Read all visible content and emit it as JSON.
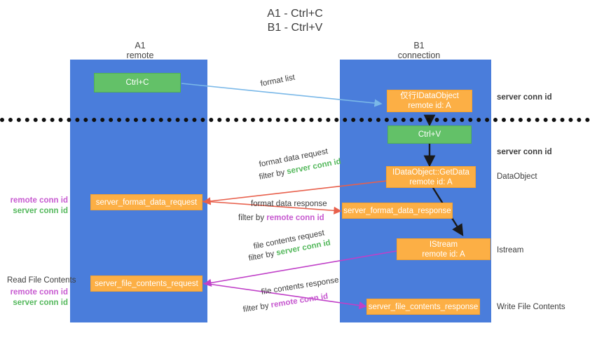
{
  "title": {
    "line1": "A1 - Ctrl+C",
    "line2": "B1 - Ctrl+V"
  },
  "columns": [
    {
      "name": "A1",
      "role": "remote"
    },
    {
      "name": "B1",
      "role": "connection"
    }
  ],
  "colors": {
    "lane": "#4a7ddb",
    "green_node": "#63c168",
    "orange_node": "#fcaf45",
    "green_text": "#54b85c",
    "purple_text": "#c75ad0",
    "blue_arrow": "#7ab8e8",
    "red_arrow": "#e8604c",
    "magenta_arrow": "#c040c8",
    "black_arrow": "#1a1a1a",
    "divider": "#101010"
  },
  "nodes": [
    {
      "id": "ctrl-c",
      "label": "Ctrl+C",
      "sub": "",
      "kind": "green",
      "lane": "A1"
    },
    {
      "id": "idataobject",
      "label": "仅行IDataObject",
      "sub": "remote id: A",
      "kind": "orange",
      "lane": "B1"
    },
    {
      "id": "ctrl-v",
      "label": "Ctrl+V",
      "sub": "",
      "kind": "green",
      "lane": "B1"
    },
    {
      "id": "getdata",
      "label": "IDataObject::GetData",
      "sub": "remote id: A",
      "kind": "orange",
      "lane": "B1"
    },
    {
      "id": "server-format-data-request",
      "label": "server_format_data_request",
      "sub": "",
      "kind": "orange",
      "lane": "A1"
    },
    {
      "id": "server-format-data-response",
      "label": "server_format_data_response",
      "sub": "",
      "kind": "orange",
      "lane": "B1"
    },
    {
      "id": "istream",
      "label": "IStream",
      "sub": "remote id: A",
      "kind": "orange",
      "lane": "B1"
    },
    {
      "id": "server-file-contents-request",
      "label": "server_file_contents_request",
      "sub": "",
      "kind": "orange",
      "lane": "A1"
    },
    {
      "id": "server-file-contents-response",
      "label": "server_file_contents_response",
      "sub": "",
      "kind": "orange",
      "lane": "B1"
    }
  ],
  "edge_labels": {
    "format_list": "format list",
    "format_data_request": "format data request",
    "format_data_response": "format data response",
    "file_contents_request": "file contents request",
    "file_contents_response": "file contents response",
    "filter_by": "filter by",
    "server_conn_id": "server conn id",
    "remote_conn_id": "remote conn id"
  },
  "side_labels": {
    "server_conn_id_top": "server conn id",
    "server_conn_id_mid": "server conn id",
    "dataobject": "DataObject",
    "istream": "Istream",
    "write_file_contents": "Write File Contents",
    "read_file_contents": "Read File Contents"
  },
  "left_stacks": [
    {
      "remote": "remote conn id",
      "server": "server conn id"
    },
    {
      "remote": "remote conn id",
      "server": "server conn id"
    }
  ]
}
